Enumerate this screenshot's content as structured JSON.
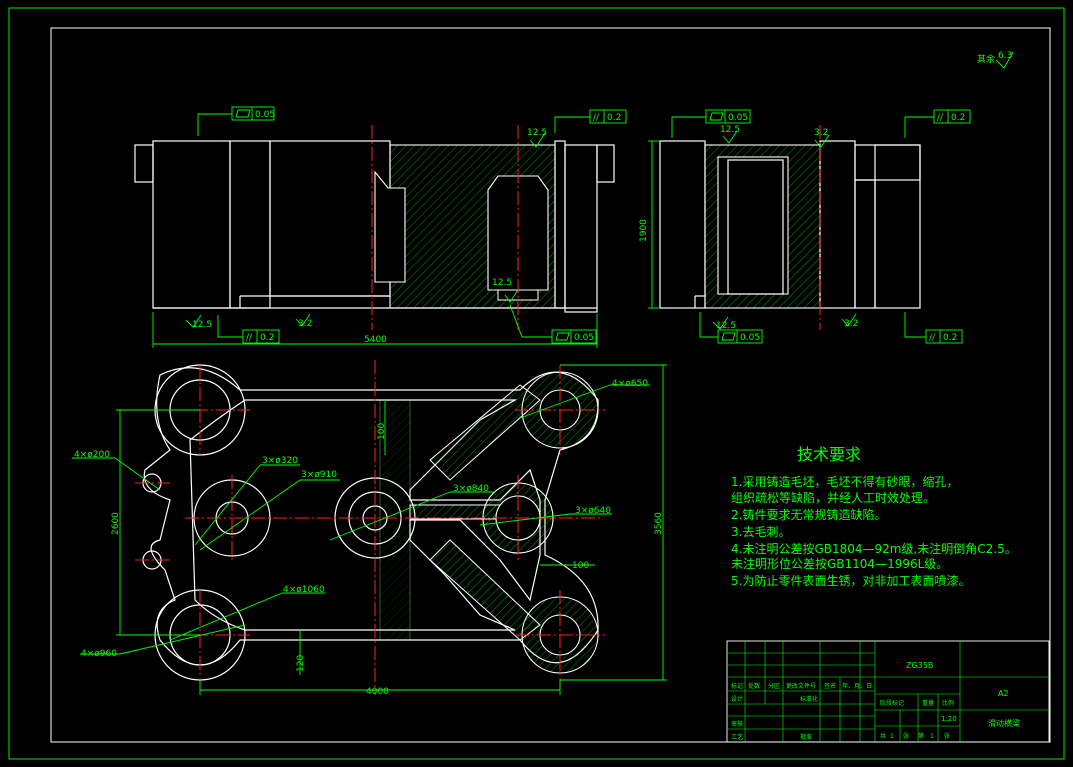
{
  "surface_note": {
    "label": "其余",
    "value": "6.3"
  },
  "tolerances": {
    "flat_005": "0.05",
    "par_02": "0.2"
  },
  "roughness": {
    "r125": "12.5",
    "r32": "3.2"
  },
  "dimensions": {
    "width_5400": "5400",
    "height_1900": "1900",
    "length_4000": "4000",
    "height_3560": "3560",
    "height_2600": "2600",
    "d100_a": "100",
    "d100_b": "100",
    "d120": "120"
  },
  "hole_callouts": {
    "h650": "4×ø650",
    "h200": "4×ø200",
    "h320": "3×ø320",
    "h910": "3×ø910",
    "h840": "3×ø840",
    "h640": "3×ø640",
    "h1060": "4×ø1060",
    "h960": "4×ø960"
  },
  "technical_requirements": {
    "title": "技术要求",
    "lines": [
      "1.采用铸造毛坯，毛坯不得有砂眼，缩孔，",
      "   组织疏松等缺陷，并经人工时效处理。",
      "2.铸件要求无常规铸造缺陷。",
      "3.去毛刺。",
      "4.未注明公差按GB1804—92m级,未注明倒角C2.5。",
      "   未注明形位公差按GB1104—1996L级。",
      "5.为防止零件表面生锈，对非加工表面喷漆。"
    ]
  },
  "title_block": {
    "material": "ZG35B",
    "sheet_size": "A2",
    "part_name": "滑动横梁",
    "scale": "1:20",
    "labels": {
      "mark": "标记",
      "count": "处数",
      "zone": "分区",
      "change_doc": "更改文件号",
      "sign": "签名",
      "date": "年、月、日",
      "design": "设计",
      "standardize": "标准化",
      "review": "审核",
      "process": "工艺",
      "approve": "批准",
      "stage_mark": "阶段标记",
      "weight": "重量",
      "ratio": "比例",
      "total": "共",
      "sheets": "张",
      "page": "第",
      "page_unit": "张"
    }
  },
  "colors": {
    "background": "#000000",
    "outline": "#ffffff",
    "dimension": "#00ff00",
    "centerline": "#ff2020",
    "border": "#00ff00"
  }
}
